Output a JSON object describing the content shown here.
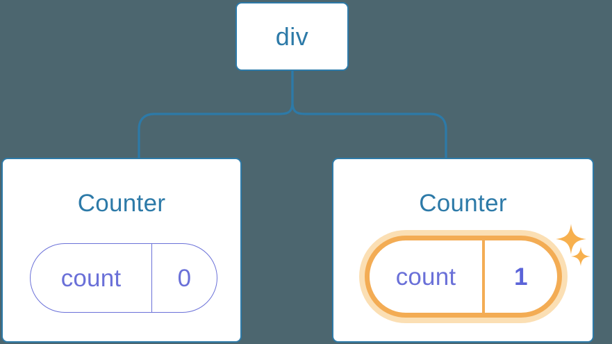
{
  "diagram": {
    "type": "component-tree",
    "background_color": "#4c666f",
    "title_visible": false
  },
  "colors": {
    "background": "#4c666f",
    "node_border": "#2d7aa8",
    "node_fill": "#ffffff",
    "node_text": "#2d7aa8",
    "connector": "#2d7aa8",
    "state_pill_border": "#6a70d8",
    "state_pill_text": "#6a70d8",
    "highlight_border": "#f3ac54",
    "highlight_glow": "#fbdfb4",
    "highlight_value_text": "#5a63d8",
    "sparkle": "#f7b04e"
  },
  "root": {
    "label": "div"
  },
  "children": [
    {
      "id": "counter-left",
      "title": "Counter",
      "state": {
        "key": "count",
        "value": "0",
        "highlighted": false
      }
    },
    {
      "id": "counter-right",
      "title": "Counter",
      "state": {
        "key": "count",
        "value": "1",
        "highlighted": true
      },
      "decorations": [
        "sparkle-large",
        "sparkle-small"
      ]
    }
  ],
  "connectors": {
    "description": "Root div branches to two Counter children with rounded elbow lines",
    "stem_from": "div-bottom",
    "branch_count": 2
  }
}
